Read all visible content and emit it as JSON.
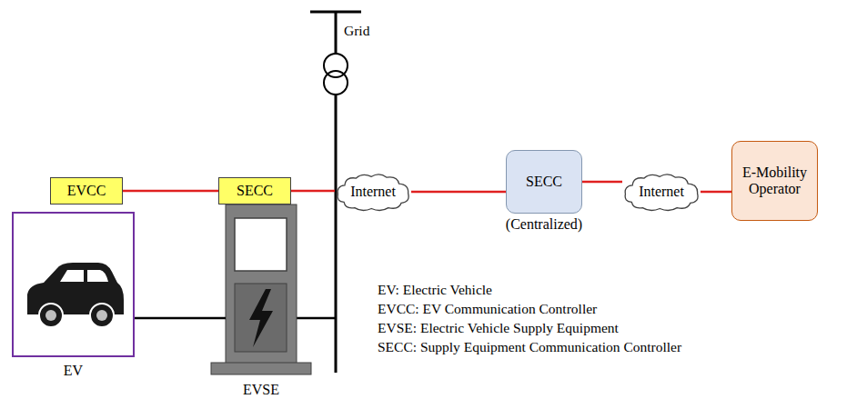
{
  "diagram": {
    "nodes": [
      {
        "text": [
          "EVCC"
        ]
      },
      {
        "text": [
          "EV"
        ]
      },
      {
        "text": [
          "SECC"
        ]
      },
      {
        "text": [
          "EVSE"
        ]
      },
      {
        "text": [
          "Internet"
        ]
      },
      {
        "text": [
          "SECC",
          "(Centralized)"
        ]
      },
      {
        "text": [
          "Internet"
        ]
      },
      {
        "text": [
          "E-Mobility Operator"
        ]
      }
    ],
    "edges": [
      {
        "from": 0,
        "to": 2,
        "arrow": "none"
      },
      {
        "from": 2,
        "to": 4,
        "arrow": "none"
      },
      {
        "from": 4,
        "to": 5,
        "arrow": "none"
      },
      {
        "from": 5,
        "to": 6,
        "arrow": "none"
      },
      {
        "from": 6,
        "to": 7,
        "arrow": "none"
      },
      {
        "from": 1,
        "to": 3,
        "arrow": "none"
      }
    ],
    "labels": [
      "Grid",
      "EV: Electric Vehicle",
      "EVCC: EV Communication Controller",
      "EVSE: Electric Vehicle Supply Equipment",
      "SECC: Supply Equipment Communication Controller"
    ]
  }
}
